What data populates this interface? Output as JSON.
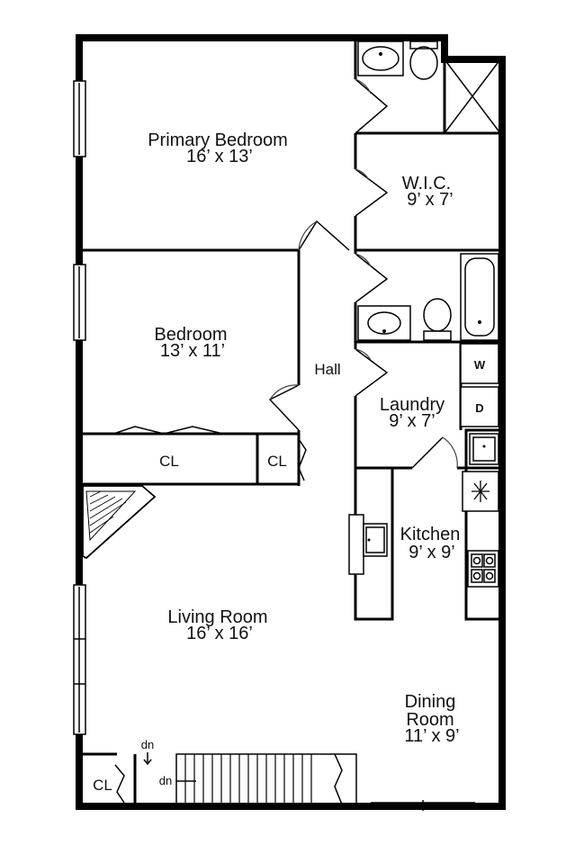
{
  "rooms": {
    "primary_bedroom": {
      "name": "Primary Bedroom",
      "size": "16’ x 13’"
    },
    "wic": {
      "name": "W.I.C.",
      "size": "9’ x 7’"
    },
    "bedroom": {
      "name": "Bedroom",
      "size": "13’ x 11’"
    },
    "hall": {
      "name": "Hall"
    },
    "laundry": {
      "name": "Laundry",
      "size": "9’ x 7’"
    },
    "kitchen": {
      "name": "Kitchen",
      "size": "9’ x 9’"
    },
    "living_room": {
      "name": "Living Room",
      "size": "16’ x 16’"
    },
    "dining_room": {
      "name_line1": "Dining",
      "name_line2": "Room",
      "size": "11’ x 9’"
    }
  },
  "closets": {
    "bedroom_closet": "CL",
    "hall_closet": "CL",
    "stair_closet": "CL"
  },
  "appliances": {
    "washer": "W",
    "dryer": "D"
  },
  "stairs": {
    "down_label_1": "dn",
    "down_label_2": "dn"
  }
}
